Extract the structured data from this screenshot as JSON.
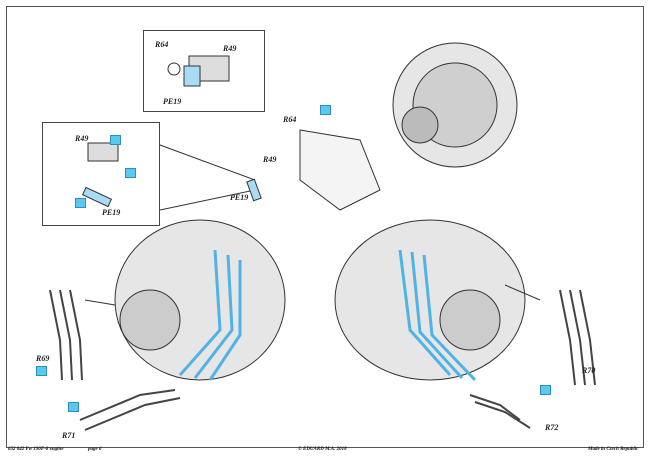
{
  "labels": {
    "inset_top_r64": "R64",
    "inset_top_r49": "R49",
    "inset_top_pe19": "PE19",
    "inset_left_r49": "R49",
    "inset_left_pe19": "PE19",
    "center_r64": "R64",
    "center_r49": "R49",
    "center_pe19": "PE19",
    "r69": "R69",
    "r71": "R71",
    "r70": "R70",
    "r72": "R72"
  },
  "footer": {
    "code": "632 042  Fw 190F-8 engine",
    "page": "page 6",
    "copyright": "© EDUARD M.A. 2018",
    "origin": "Made in Czech Republic"
  },
  "colors": {
    "accent": "#5bc8ef"
  }
}
